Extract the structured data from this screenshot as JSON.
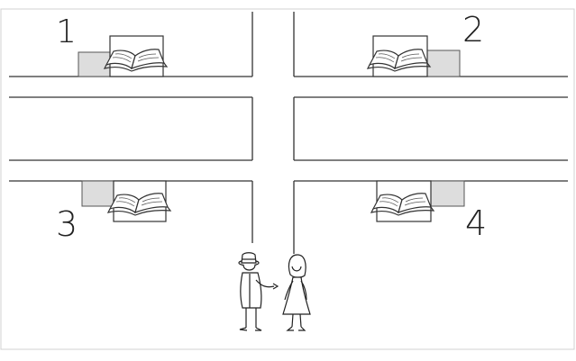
{
  "labels": {
    "corner_1": "1",
    "corner_2": "2",
    "corner_3": "3",
    "corner_4": "4"
  },
  "colors": {
    "line": "#333333",
    "frame": "#d0d0d0",
    "shop_fill": "#dddddd",
    "shop_stroke": "#555555"
  },
  "icons": {
    "bookstore": "open-book-icon",
    "man": "man-with-hat-figure",
    "woman": "woman-in-dress-figure"
  }
}
